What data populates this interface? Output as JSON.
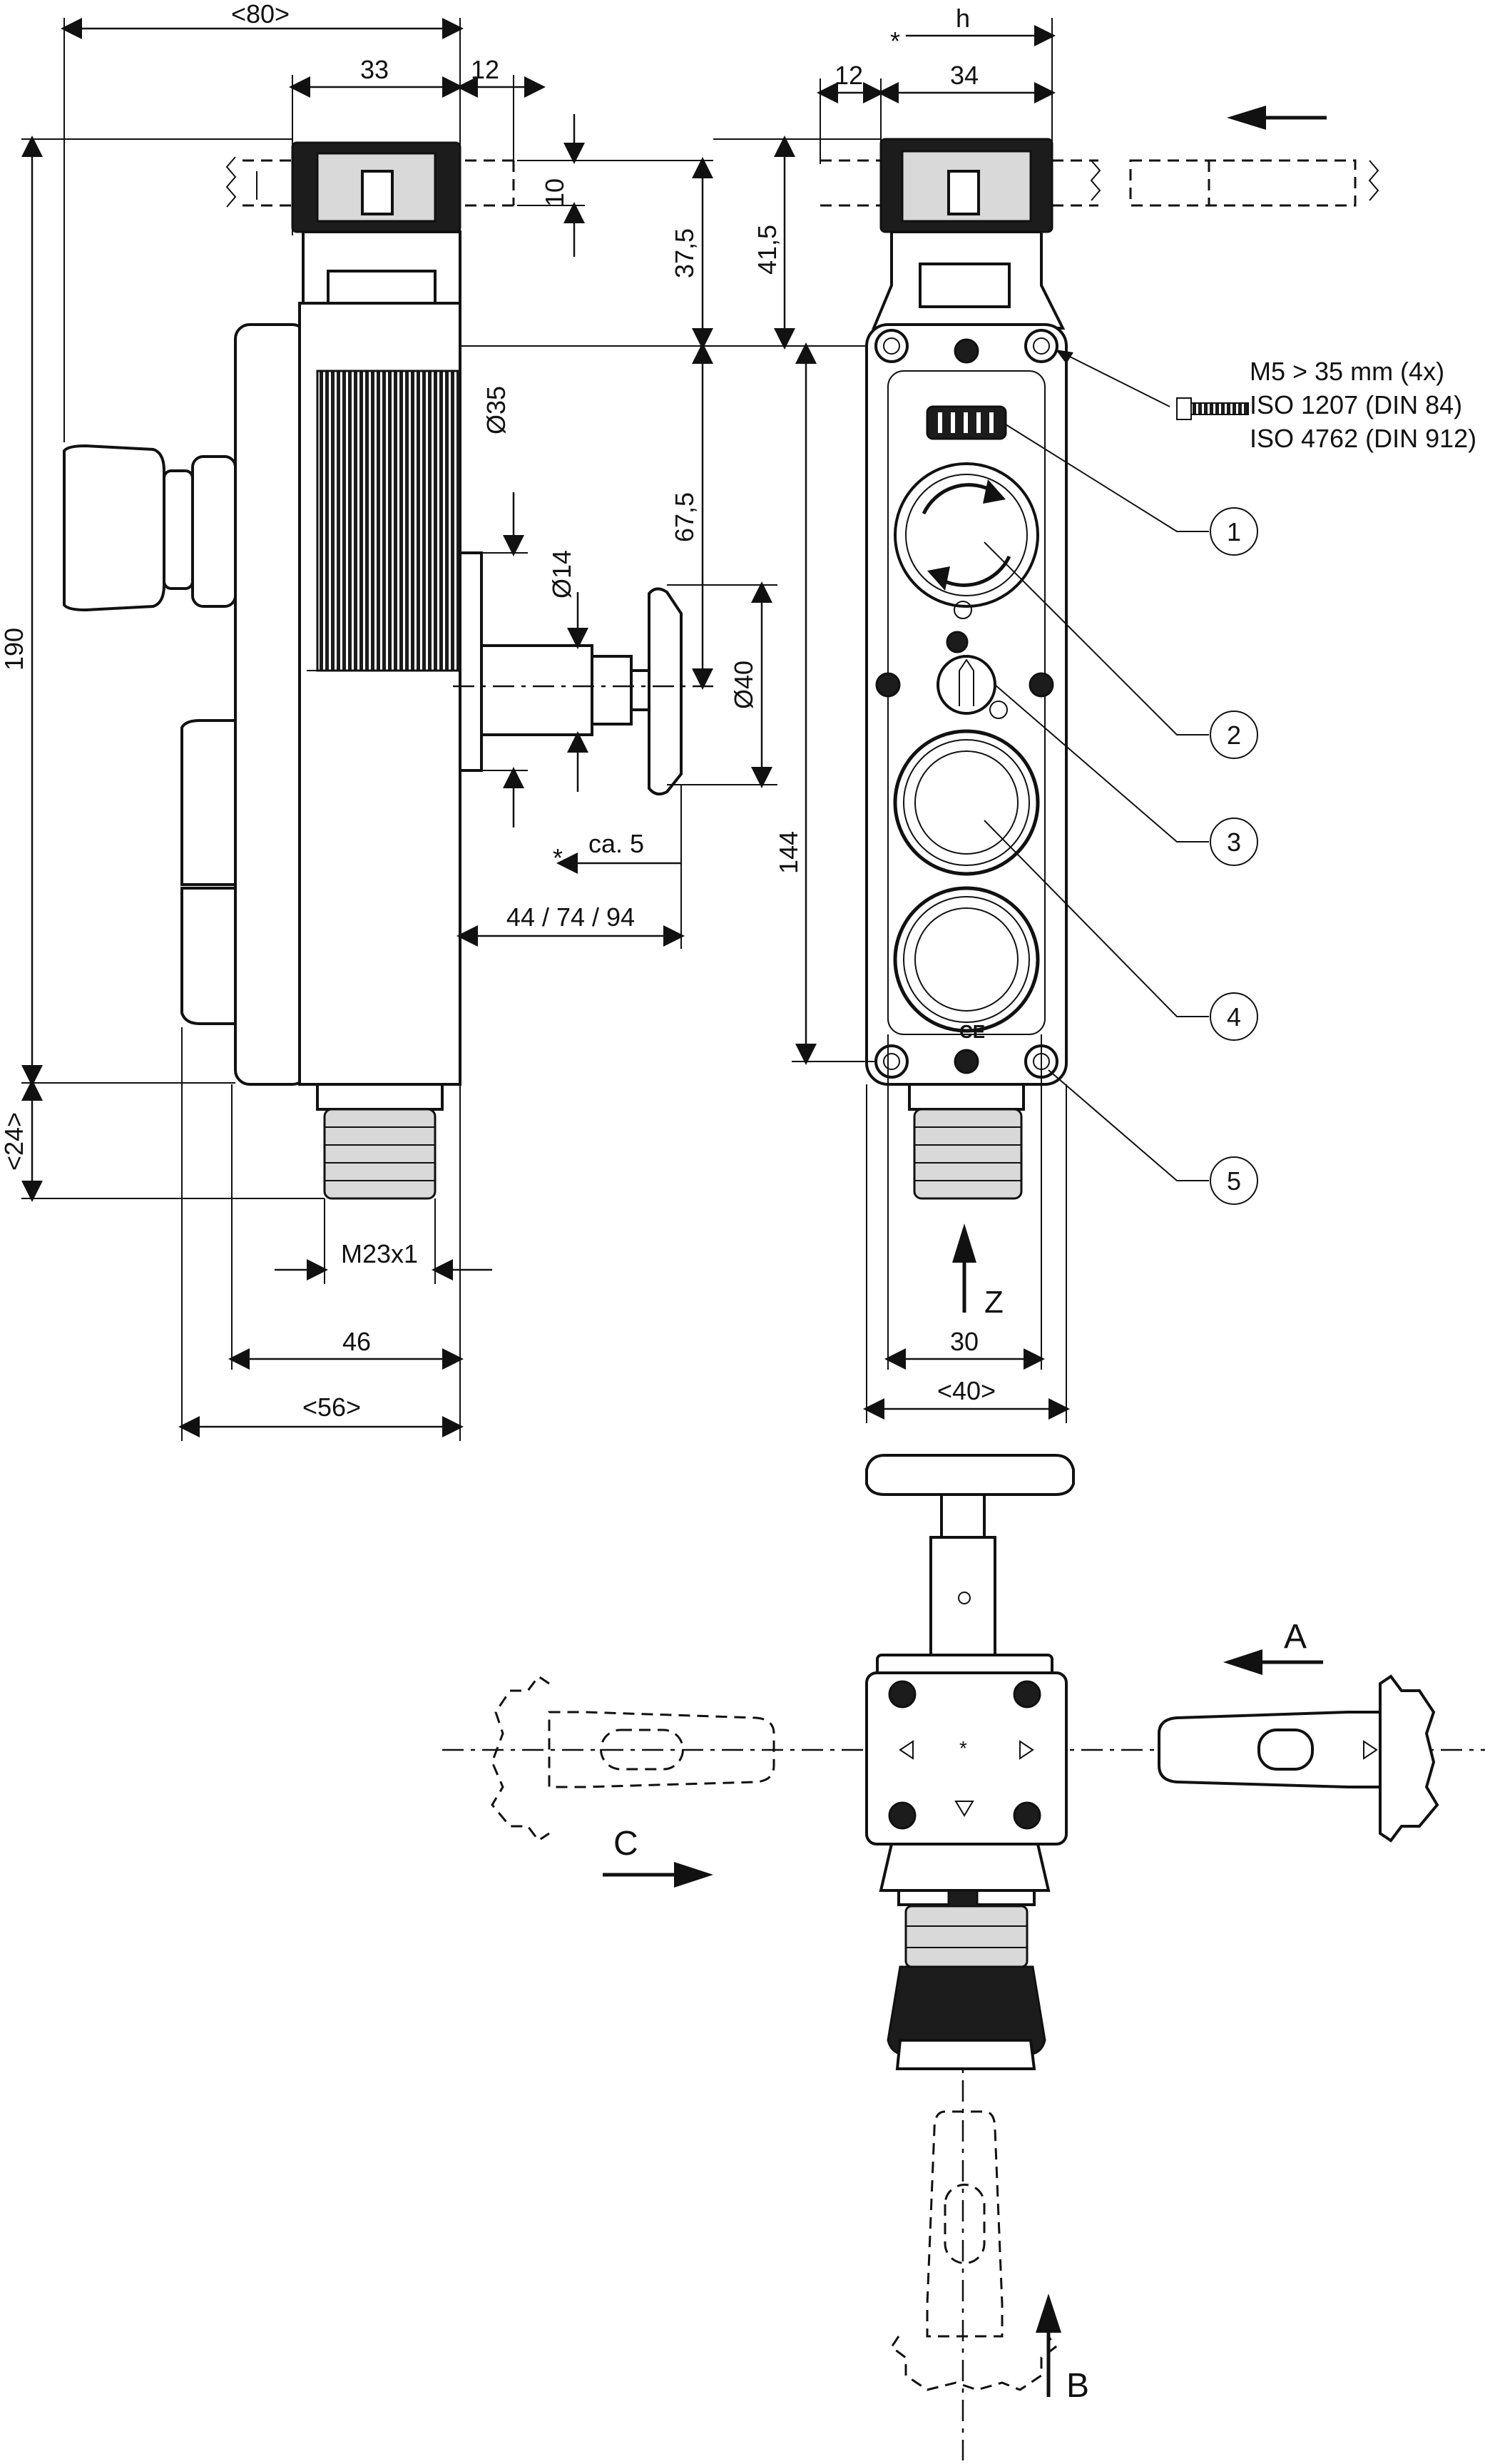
{
  "side_view": {
    "overall_width": "<80>",
    "head_width": "33",
    "offset_12": "12",
    "rail_height": "10",
    "height_190": "190",
    "height_24": "<24>",
    "dia_35": "Ø35",
    "dia_14": "Ø14",
    "dia_40": "Ø40",
    "h_37_5": "37,5",
    "h_67_5": "67,5",
    "ca5": "ca. 5",
    "ext": "44 / 74 / 94",
    "thread": "M23x1",
    "w_46": "46",
    "w_56": "<56>"
  },
  "front_view": {
    "h": "h",
    "offset_12": "12",
    "head_width": "34",
    "h_41_5": "41,5",
    "h_144": "144",
    "screw_note": [
      "M5 > 35 mm (4x)",
      "ISO 1207 (DIN 84)",
      "ISO 4762 (DIN 912)"
    ],
    "callouts": [
      "1",
      "2",
      "3",
      "4",
      "5"
    ],
    "z_label": "Z",
    "w_30": "30",
    "w_40": "<40>"
  },
  "top_view": {
    "a_label": "A",
    "b_label": "B",
    "c_label": "C"
  }
}
